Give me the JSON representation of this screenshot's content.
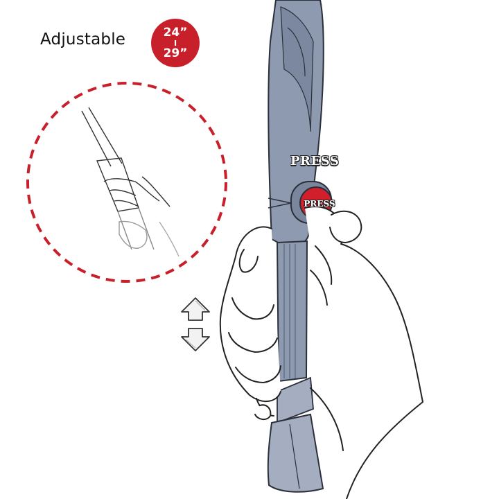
{
  "title": "Adjustable",
  "badge": {
    "min": "24”",
    "separator": "I",
    "max": "29”",
    "color": "#c8202a"
  },
  "press_label": "PRESS",
  "press_button_text": "PRESS",
  "colors": {
    "handle": "#8e9ab0",
    "handle_dark": "#6f7c93",
    "button": "#d1202b",
    "dashed_circle": "#c8202a"
  },
  "icons": {
    "up": "arrow-up-icon",
    "down": "arrow-down-icon"
  }
}
